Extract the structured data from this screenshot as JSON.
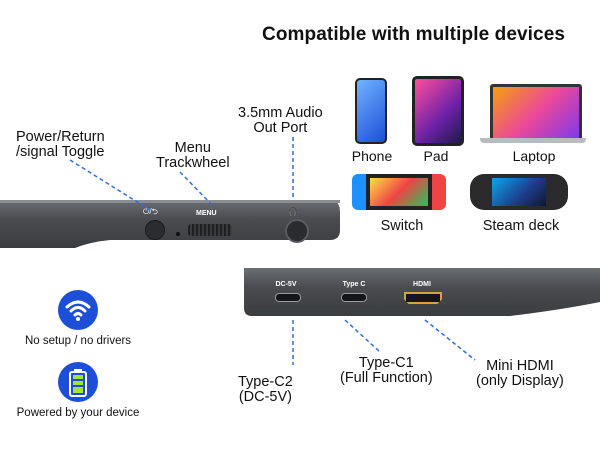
{
  "title": "Compatible with multiple devices",
  "top_panel": {
    "callouts": {
      "power": "Power/Return\n/signal Toggle",
      "menu": "Menu\nTrackwheel",
      "audio": "3.5mm Audio\nOut Port"
    },
    "buttons": {
      "power_icon_text": "⏻/⮌",
      "menu_label": "MENU"
    }
  },
  "devices": [
    {
      "label": "Phone",
      "icon": "phone-icon"
    },
    {
      "label": "Pad",
      "icon": "tablet-icon"
    },
    {
      "label": "Laptop",
      "icon": "laptop-icon"
    },
    {
      "label": "Switch",
      "icon": "switch-icon"
    },
    {
      "label": "Steam deck",
      "icon": "steam-deck-icon"
    }
  ],
  "features": [
    {
      "label": "No setup / no drivers",
      "icon": "wifi-icon"
    },
    {
      "label": "Powered by your device",
      "icon": "battery-icon"
    }
  ],
  "bottom_panel": {
    "port_labels": {
      "dc": "DC-5V",
      "typec": "Type C",
      "hdmi": "HDMI"
    },
    "callouts": {
      "typec2": "Type-C2\n(DC-5V)",
      "typec1": "Type-C1\n(Full Function)",
      "hdmi": "Mini HDMI\n(only Display)"
    }
  },
  "colors": {
    "accent": "#2f6fe0",
    "panel": "#4a4c50",
    "panel_dark": "#3c3e42"
  }
}
